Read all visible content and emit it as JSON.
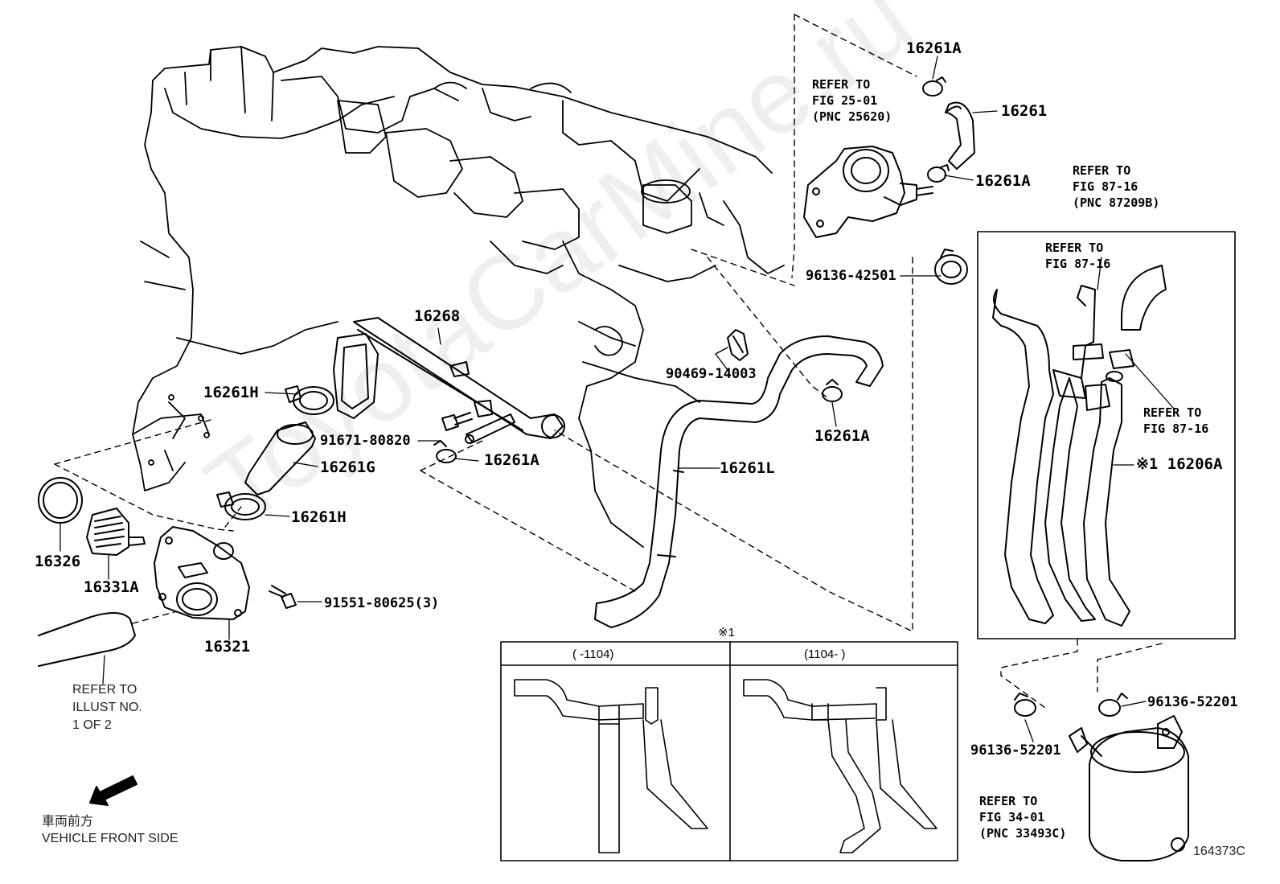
{
  "watermark": "ToyotaCarMine.ru",
  "parts": {
    "p16261A_top": "16261A",
    "p16261": "16261",
    "p16261A_mid": "16261A",
    "p96136_42501": "96136-42501",
    "p16268": "16268",
    "p90469": "90469-14003",
    "p16261A_right": "16261A",
    "p16261H_top": "16261H",
    "p91671": "91671-80820",
    "p16261A_low": "16261A",
    "p16261G": "16261G",
    "p16261L": "16261L",
    "p16261H_low": "16261H",
    "p16326": "16326",
    "p16331A": "16331A",
    "p91551": "91551-80625(3)",
    "p16321": "16321",
    "p16206A": "※1 16206A",
    "p96136_52201_left": "96136-52201",
    "p96136_52201_right": "96136-52201"
  },
  "notes": {
    "fig25": "REFER TO\nFIG 25-01\n(PNC 25620)",
    "fig87_top": "REFER TO\nFIG 87-16\n(PNC 87209B)",
    "fig87_inner_left": "REFER TO\nFIG 87-16",
    "fig87_inner_right": "REFER TO\nFIG 87-16",
    "fig34": "REFER TO\nFIG 34-01\n(PNC 33493C)",
    "illust": "REFER TO\nILLUST NO.\n1 OF 2"
  },
  "inset": {
    "marker": "※1",
    "left_header": "(      -1104)",
    "right_header": "(1104-      )"
  },
  "direction": {
    "japanese": "車両前方",
    "english": "VEHICLE FRONT SIDE"
  },
  "figure_id": "164373C"
}
